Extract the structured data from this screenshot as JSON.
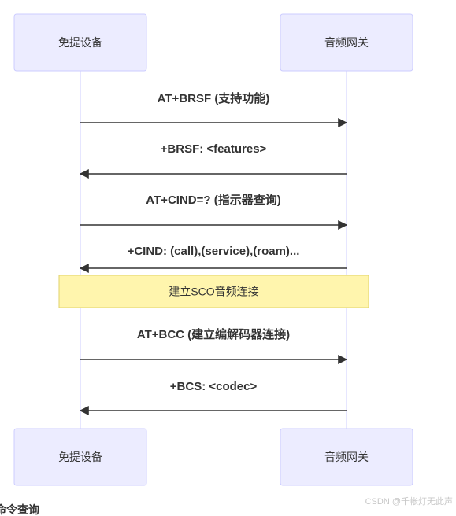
{
  "participants": [
    {
      "id": "hf",
      "label": "免提设备"
    },
    {
      "id": "ag",
      "label": "音频网关"
    }
  ],
  "messages": [
    {
      "from": "hf",
      "to": "ag",
      "text": "AT+BRSF (支持功能)"
    },
    {
      "from": "ag",
      "to": "hf",
      "text": "+BRSF: <features>"
    },
    {
      "from": "hf",
      "to": "ag",
      "text": "AT+CIND=? (指示器查询)"
    },
    {
      "from": "ag",
      "to": "hf",
      "text": "+CIND: (call),(service),(roam)..."
    },
    {
      "note": true,
      "text": "建立SCO音频连接"
    },
    {
      "from": "hf",
      "to": "ag",
      "text": "AT+BCC (建立编解码器连接)"
    },
    {
      "from": "ag",
      "to": "hf",
      "text": "+BCS: <codec>"
    }
  ],
  "colors": {
    "actor_fill": "#ECECFF",
    "actor_stroke": "#CCCCFF",
    "lifeline": "#CCCCFF",
    "arrow": "#333333",
    "note_fill": "#FFF5AD",
    "note_stroke": "#E0D26A"
  },
  "bottom_text": "命令查询",
  "watermark": "CSDN @千帐灯无此声"
}
